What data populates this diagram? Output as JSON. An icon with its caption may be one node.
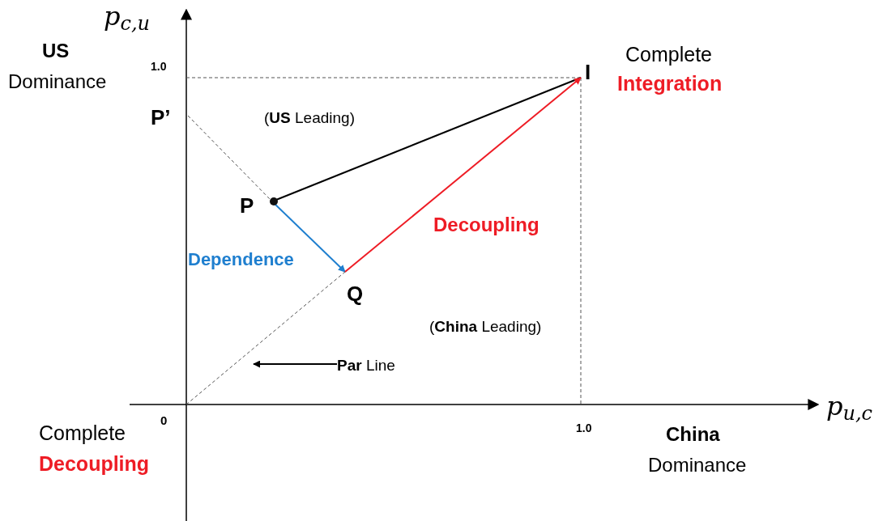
{
  "diagram": {
    "nodes": [
      {
        "text": [
          "P’"
        ]
      },
      {
        "text": [
          "P"
        ]
      },
      {
        "text": [
          "Q"
        ]
      },
      {
        "text": [
          "I"
        ]
      },
      {
        "text": [
          "0"
        ]
      },
      {
        "text": [
          "**Par** Line"
        ]
      }
    ],
    "edges": [
      {
        "from": 0,
        "to": 1,
        "arrow": "none",
        "style": "dashed"
      },
      {
        "from": 1,
        "to": 3,
        "arrow": "none"
      },
      {
        "from": 1,
        "to": 2,
        "arrow": "to",
        "label": "Dependence",
        "color": "#1f7fcf"
      },
      {
        "from": 2,
        "to": 3,
        "arrow": "to",
        "label": "Decoupling",
        "color": "#ee1c25"
      },
      {
        "from": 4,
        "to": 2,
        "arrow": "none",
        "style": "dashed"
      },
      {
        "from": 5,
        "to": null,
        "arrow": "to"
      }
    ],
    "labels": [
      "p$_{c,u}$",
      "US",
      "Dominance",
      "1.0",
      "Complete",
      "Integration",
      "(**US** Leading)",
      "(**China** Leading)",
      "p$_{u,c}$",
      "1.0",
      "Complete",
      "Decoupling",
      "China",
      "Dominance"
    ]
  }
}
